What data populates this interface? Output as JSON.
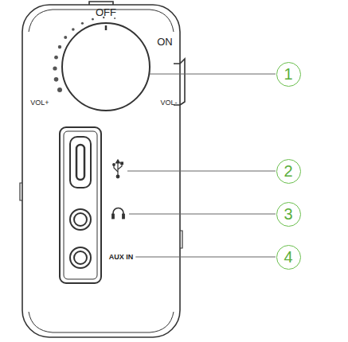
{
  "diagram": {
    "nodes": [
      {
        "text": [
          "1"
        ]
      },
      {
        "text": [
          "2"
        ]
      },
      {
        "text": [
          "3"
        ]
      },
      {
        "text": [
          "4"
        ]
      }
    ],
    "labels": [
      "OFF",
      "ON",
      "VOL+",
      "VOL-",
      "AUX IN"
    ]
  }
}
